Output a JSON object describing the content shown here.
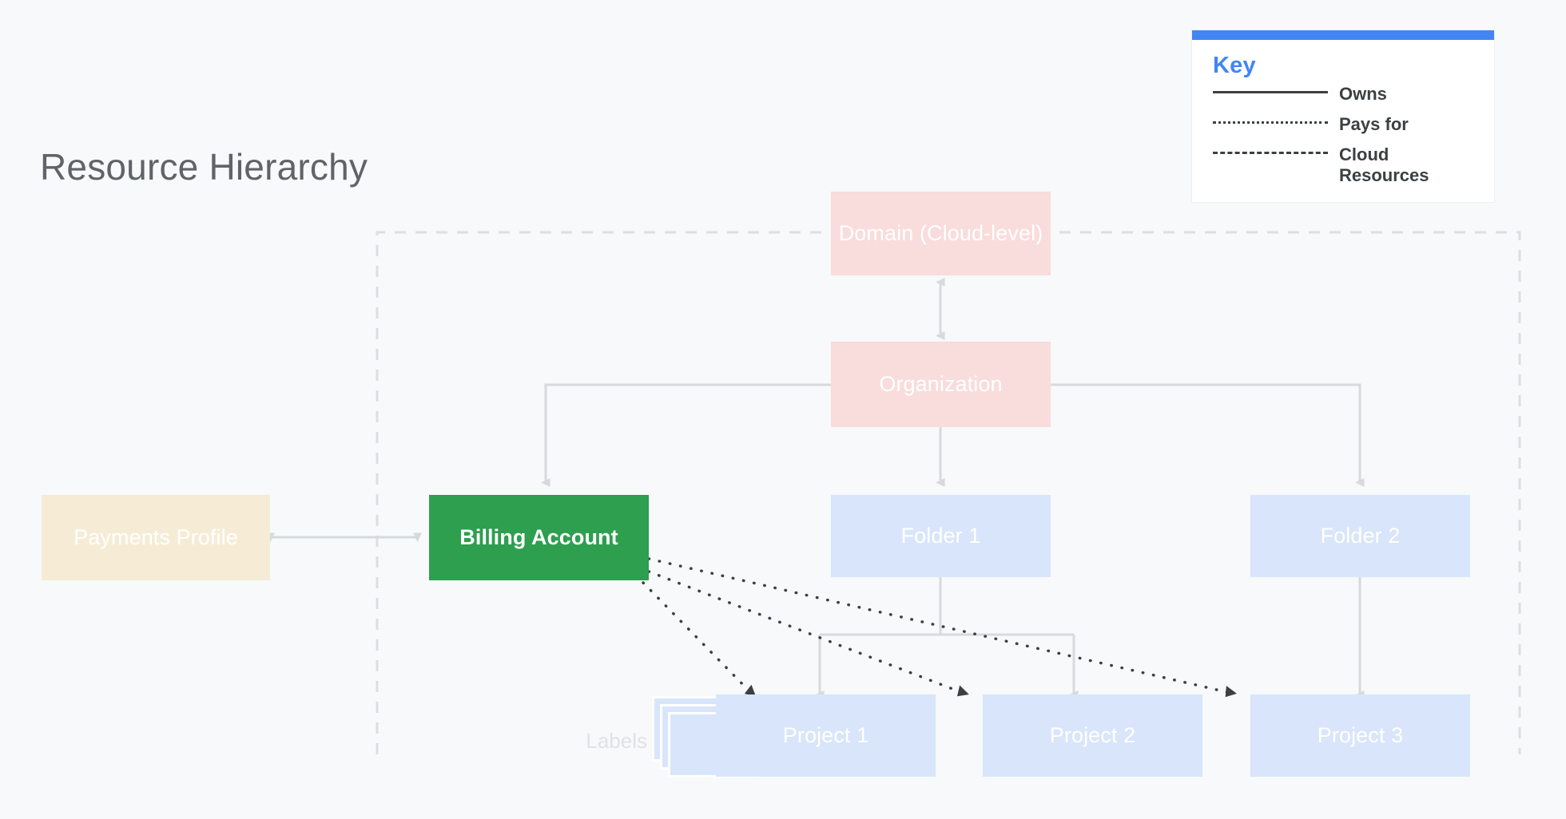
{
  "page": {
    "title": "Resource Hierarchy",
    "background_color": "#f7f9fa"
  },
  "legend": {
    "title": "Key",
    "accent_color": "#4285f4",
    "items": [
      {
        "style": "solid",
        "label": "Owns"
      },
      {
        "style": "dotted",
        "label": "Pays for"
      },
      {
        "style": "dashed",
        "label": "Cloud Resources"
      }
    ]
  },
  "captions": {
    "labels": "Labels"
  },
  "diagram": {
    "boundary_label": "Cloud Resources",
    "nodes": [
      {
        "id": "domain",
        "label": "Domain (Cloud-level)",
        "color": "#f9dcdc",
        "text_color": "#ffffff"
      },
      {
        "id": "organization",
        "label": "Organization",
        "color": "#f9dcdc",
        "text_color": "#ffffff"
      },
      {
        "id": "payments-profile",
        "label": "Payments Profile",
        "color": "#f6ecd6",
        "text_color": "#ffffff"
      },
      {
        "id": "billing-account",
        "label": "Billing Account",
        "color": "#2e9e4f",
        "text_color": "#ffffff"
      },
      {
        "id": "folder-1",
        "label": "Folder 1",
        "color": "#d9e5fa",
        "text_color": "#ffffff"
      },
      {
        "id": "folder-2",
        "label": "Folder 2",
        "color": "#d9e5fa",
        "text_color": "#ffffff"
      },
      {
        "id": "project-1",
        "label": "Project 1",
        "color": "#d9e5fa",
        "text_color": "#ffffff"
      },
      {
        "id": "project-2",
        "label": "Project 2",
        "color": "#d9e5fa",
        "text_color": "#ffffff"
      },
      {
        "id": "project-3",
        "label": "Project 3",
        "color": "#d9e5fa",
        "text_color": "#ffffff"
      }
    ],
    "edges": [
      {
        "from": "domain",
        "to": "organization",
        "relation": "Owns",
        "style": "solid",
        "arrows": "both"
      },
      {
        "from": "organization",
        "to": "billing-account",
        "relation": "Owns",
        "style": "solid",
        "arrows": "end"
      },
      {
        "from": "organization",
        "to": "folder-1",
        "relation": "Owns",
        "style": "solid",
        "arrows": "end"
      },
      {
        "from": "organization",
        "to": "folder-2",
        "relation": "Owns",
        "style": "solid",
        "arrows": "end"
      },
      {
        "from": "payments-profile",
        "to": "billing-account",
        "relation": "Owns",
        "style": "solid",
        "arrows": "both"
      },
      {
        "from": "folder-1",
        "to": "project-1",
        "relation": "Owns",
        "style": "solid",
        "arrows": "end"
      },
      {
        "from": "folder-1",
        "to": "project-2",
        "relation": "Owns",
        "style": "solid",
        "arrows": "end"
      },
      {
        "from": "folder-2",
        "to": "project-3",
        "relation": "Owns",
        "style": "solid",
        "arrows": "end"
      },
      {
        "from": "billing-account",
        "to": "project-1",
        "relation": "Pays for",
        "style": "dotted",
        "arrows": "end"
      },
      {
        "from": "billing-account",
        "to": "project-2",
        "relation": "Pays for",
        "style": "dotted",
        "arrows": "end"
      },
      {
        "from": "billing-account",
        "to": "project-3",
        "relation": "Pays for",
        "style": "dotted",
        "arrows": "end"
      }
    ]
  }
}
